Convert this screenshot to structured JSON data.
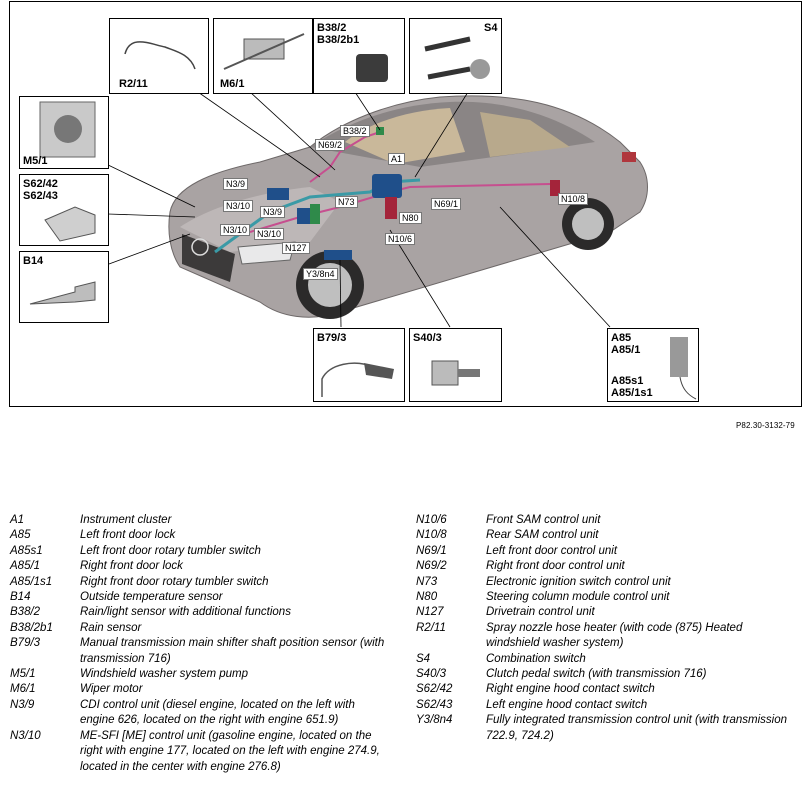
{
  "figure": {
    "code": "P82.30-3132-79",
    "insets": {
      "r2_11": "R2/11",
      "m6_1": "M6/1",
      "b38": "B38/2\nB38/2b1",
      "s4": "S4",
      "m5_1": "M5/1",
      "s62": "S62/42\nS62/43",
      "b14": "B14",
      "b79_3": "B79/3",
      "s40_3": "S40/3",
      "a85_top": "A85\nA85/1",
      "a85_bottom": "A85s1\nA85/1s1"
    },
    "callouts": {
      "b38_2": "B38/2",
      "n69_2": "N69/2",
      "a1": "A1",
      "n3_9_top": "N3/9",
      "n3_10_top": "N3/10",
      "n73": "N73",
      "n69_1": "N69/1",
      "n10_8": "N10/8",
      "n3_9_mid": "N3/9",
      "n80": "N80",
      "n3_10_left": "N3/10",
      "n3_10_right": "N3/10",
      "n10_6": "N10/6",
      "n127": "N127",
      "y3_8n4": "Y3/8n4"
    }
  },
  "legend": {
    "left": [
      {
        "code": "A1",
        "desc": "Instrument cluster"
      },
      {
        "code": "A85",
        "desc": "Left front door lock"
      },
      {
        "code": "A85s1",
        "desc": "Left front door rotary tumbler switch"
      },
      {
        "code": "A85/1",
        "desc": "Right front door lock"
      },
      {
        "code": "A85/1s1",
        "desc": "Right front door rotary tumbler switch"
      },
      {
        "code": "B14",
        "desc": "Outside temperature sensor"
      },
      {
        "code": "B38/2",
        "desc": "Rain/light sensor with additional functions"
      },
      {
        "code": "B38/2b1",
        "desc": "Rain sensor"
      },
      {
        "code": "B79/3",
        "desc": "Manual transmission main shifter shaft position sensor (with transmission 716)"
      },
      {
        "code": "M5/1",
        "desc": "Windshield washer system pump"
      },
      {
        "code": "M6/1",
        "desc": "Wiper motor"
      },
      {
        "code": "N3/9",
        "desc": "CDI control unit (diesel engine, located on the left with engine 626, located on the right with engine 651.9)"
      },
      {
        "code": "N3/10",
        "desc": "ME-SFI [ME] control unit (gasoline engine, located on the right with engine 177, located on the left with engine 274.9, located in the center with engine 276.8)"
      }
    ],
    "right": [
      {
        "code": "N10/6",
        "desc": "Front SAM control unit"
      },
      {
        "code": "N10/8",
        "desc": "Rear SAM control unit"
      },
      {
        "code": "N69/1",
        "desc": "Left front door control unit"
      },
      {
        "code": "N69/2",
        "desc": "Right front door control unit"
      },
      {
        "code": "N73",
        "desc": "Electronic ignition switch control unit"
      },
      {
        "code": "N80",
        "desc": "Steering column module control unit"
      },
      {
        "code": "N127",
        "desc": "Drivetrain control unit"
      },
      {
        "code": "R2/11",
        "desc": "Spray nozzle hose heater (with code (875) Heated windshield washer system)"
      },
      {
        "code": "S4",
        "desc": "Combination switch"
      },
      {
        "code": "S40/3",
        "desc": "Clutch pedal switch (with transmission 716)"
      },
      {
        "code": "S62/42",
        "desc": "Right engine hood contact switch"
      },
      {
        "code": "S62/43",
        "desc": "Left engine hood contact switch"
      },
      {
        "code": "Y3/8n4",
        "desc": "Fully integrated transmission control unit (with transmission 722.9, 724.2)"
      }
    ]
  }
}
